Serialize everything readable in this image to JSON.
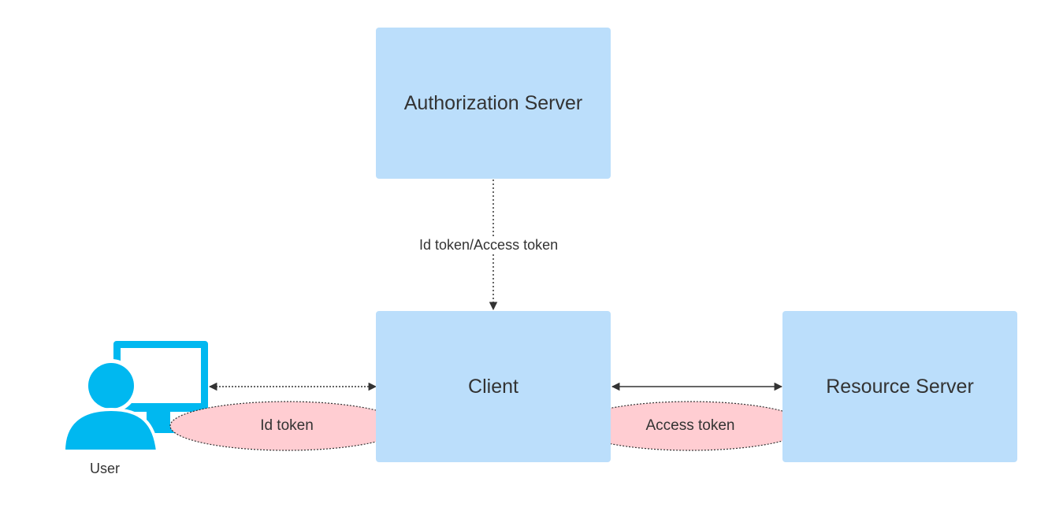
{
  "nodes": {
    "authorization_server": "Authorization Server",
    "client": "Client",
    "resource_server": "Resource Server"
  },
  "edges": {
    "auth_to_client": "Id token/Access token"
  },
  "token_pills": {
    "id_token": "Id token",
    "access_token": "Access token"
  },
  "user": {
    "label": "User",
    "icon": "user-computer-icon"
  },
  "colors": {
    "box_fill": "#bbdefb",
    "pill_fill": "#ffcdd2",
    "icon_fill": "#00b8f0",
    "line": "#333333"
  }
}
